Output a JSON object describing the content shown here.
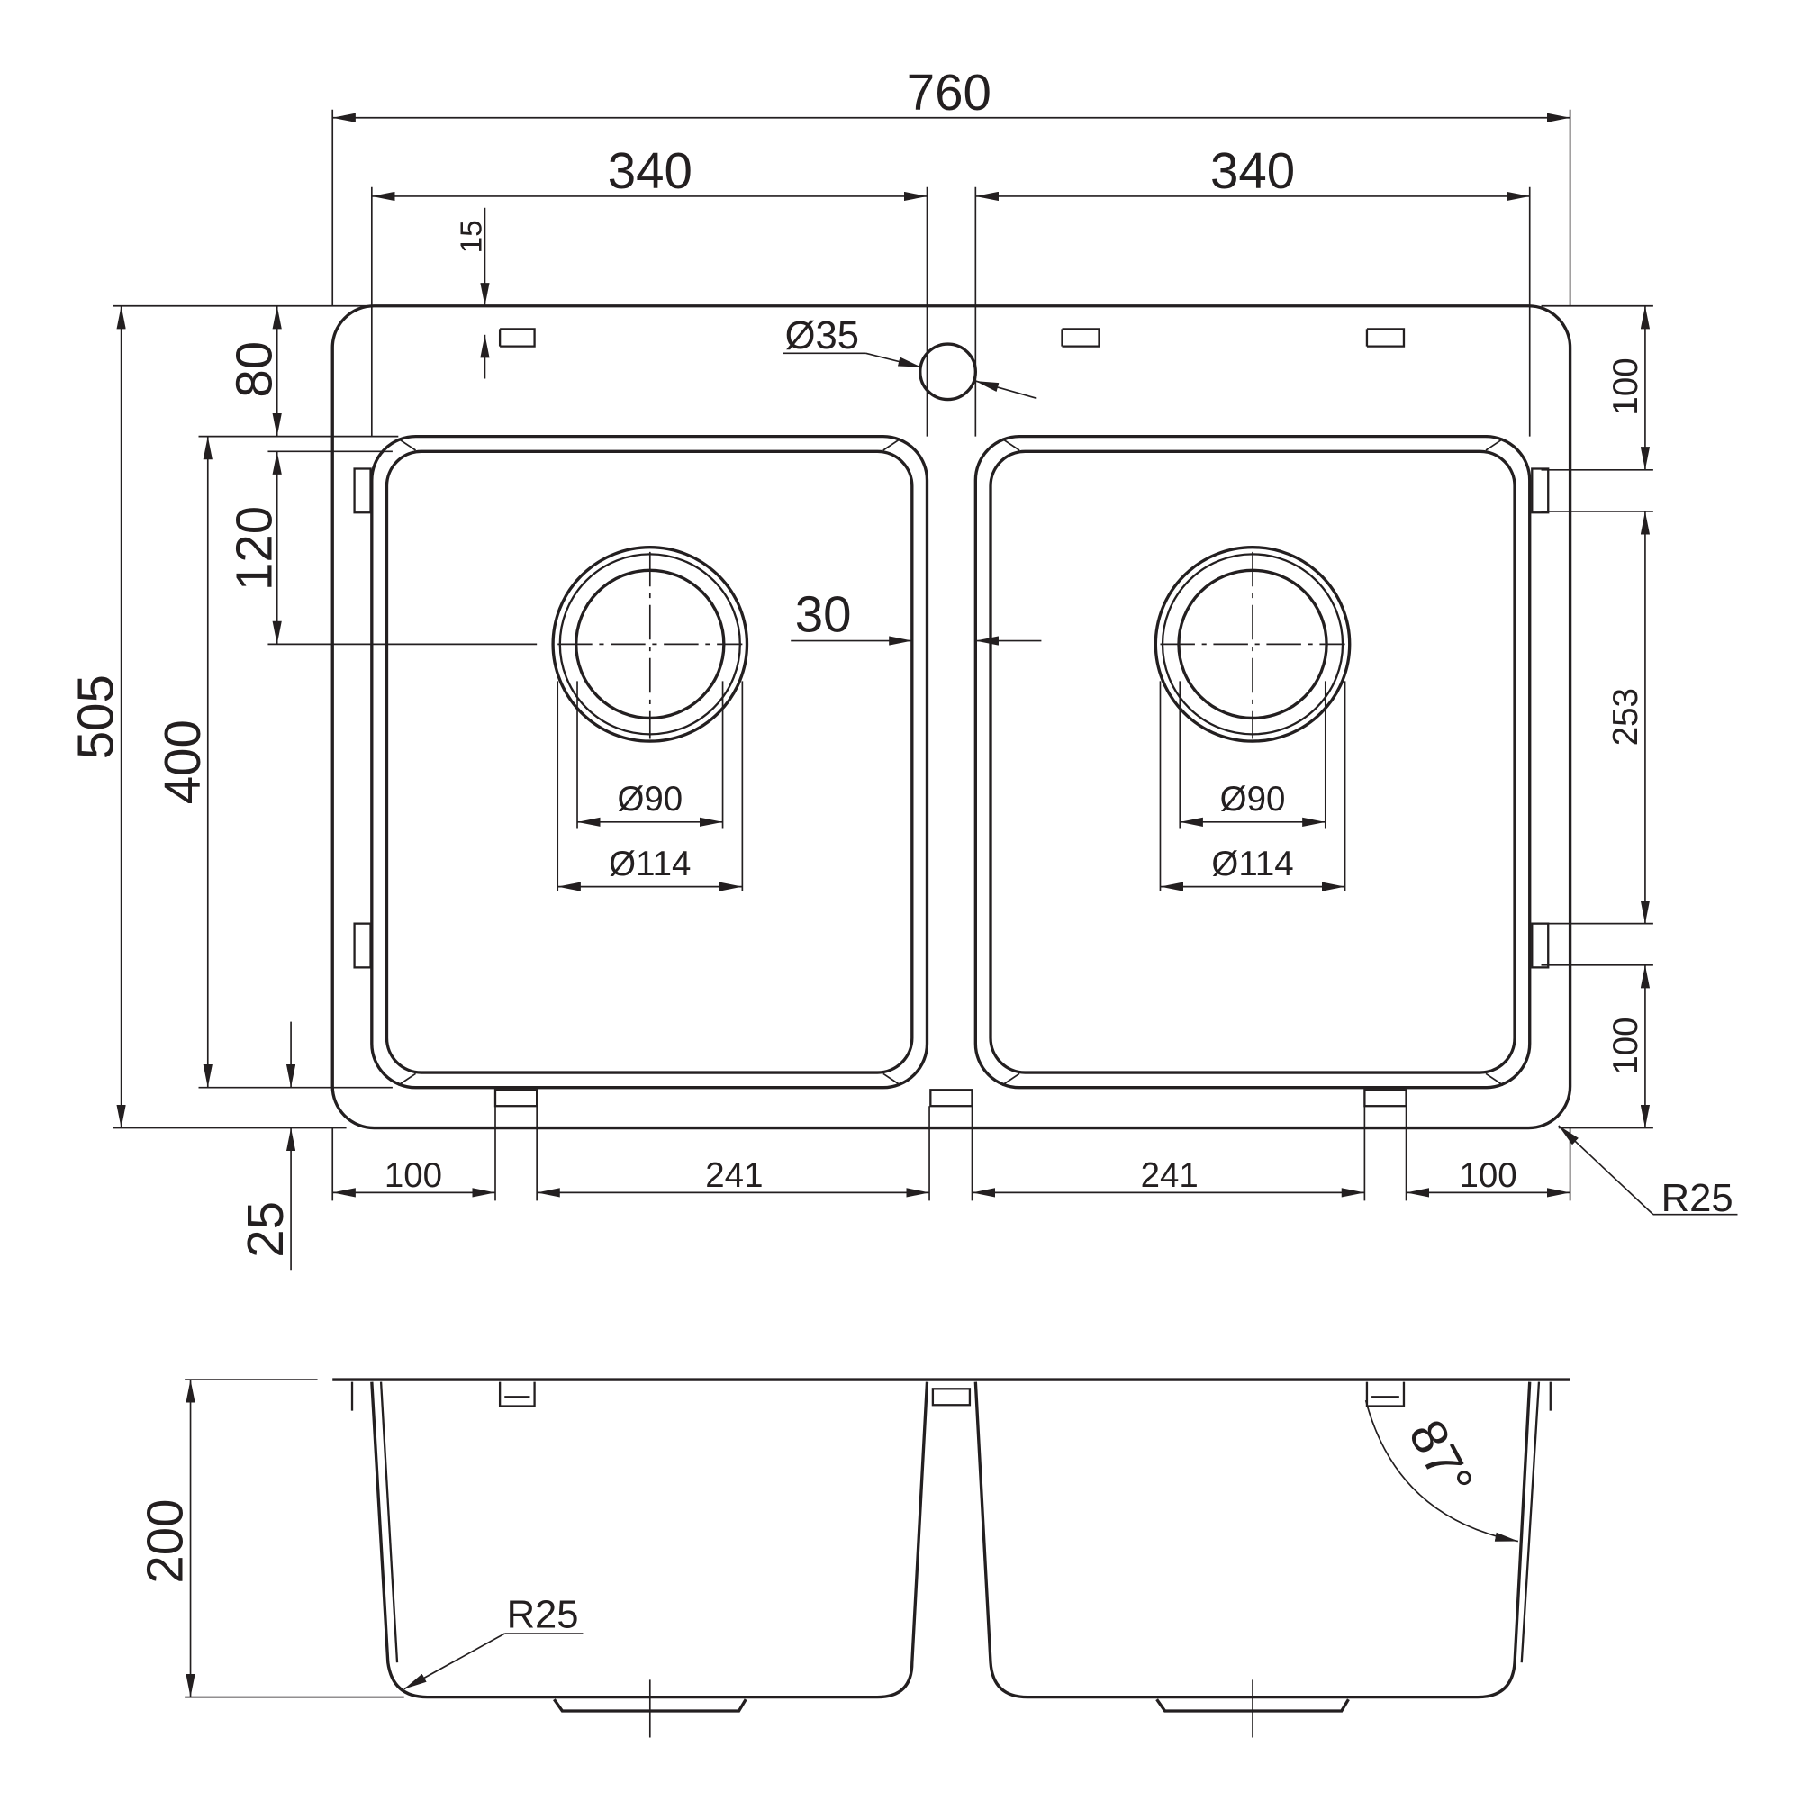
{
  "colors": {
    "line": "#231f20",
    "background": "#ffffff"
  },
  "top_view": {
    "overall_width": "760",
    "bowl_width_left": "340",
    "bowl_width_right": "340",
    "clip_offset_top": "15",
    "tap_hole": "Ø35",
    "overall_depth": "505",
    "bowl_length": "400",
    "rim_front": "80",
    "drain_offset": "120",
    "rim_back": "25",
    "divider": "30",
    "drain_inner_left": "Ø90",
    "drain_outer_left": "Ø114",
    "drain_inner_right": "Ø90",
    "drain_outer_right": "Ø114",
    "right_top": "100",
    "right_mid": "253",
    "right_bottom": "100",
    "bottom_left": "100",
    "bottom_mid_left": "241",
    "bottom_mid_right": "241",
    "bottom_right": "100",
    "corner_radius": "R25"
  },
  "side_view": {
    "depth": "200",
    "bottom_radius": "R25",
    "wall_angle": "87°"
  }
}
